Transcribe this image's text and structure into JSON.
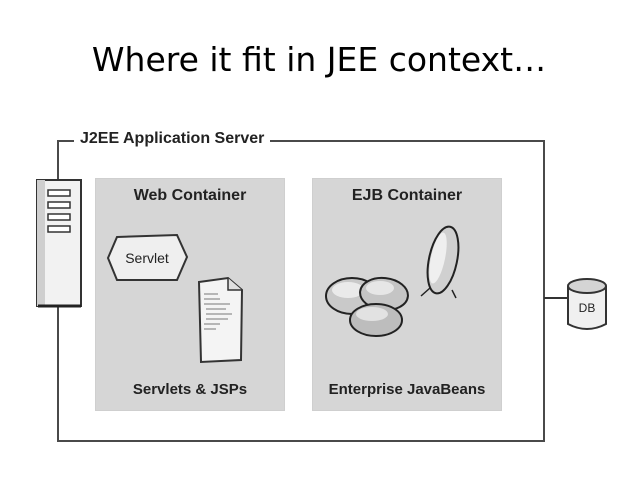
{
  "slide": {
    "title": "Where it fit in JEE context…"
  },
  "server": {
    "label": "J2EE Application Server"
  },
  "web_container": {
    "title": "Web Container",
    "servlet_label": "Servlet",
    "caption": "Servlets & JSPs"
  },
  "ejb_container": {
    "title": "EJB Container",
    "caption": "Enterprise JavaBeans"
  },
  "database": {
    "label": "DB"
  }
}
